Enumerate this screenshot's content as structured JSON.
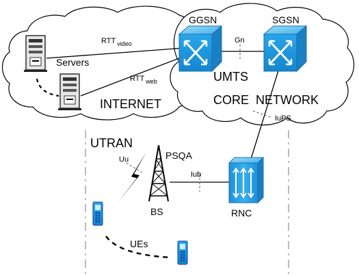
{
  "labels": {
    "ggsn": "GGSN",
    "sgsn": "SGSN",
    "gn": "Gn",
    "servers": "Servers",
    "rtt_main": "RTT",
    "rtt_video_sub": "video",
    "rtt_web_sub": "web",
    "internet": "INTERNET",
    "umts": "UMTS",
    "core_network": "CORE  NETWORK",
    "iups": "IuPS",
    "utran": "UTRAN",
    "uu": "Uu",
    "psqa": "PSQA",
    "iub": "Iub",
    "bs": "BS",
    "rnc": "RNC",
    "ues": "UEs"
  },
  "colors": {
    "switch_fill": "#25a0e6",
    "switch_light": "#7ecbf3",
    "phone_fill": "#2a5bd7",
    "line": "#000000"
  }
}
